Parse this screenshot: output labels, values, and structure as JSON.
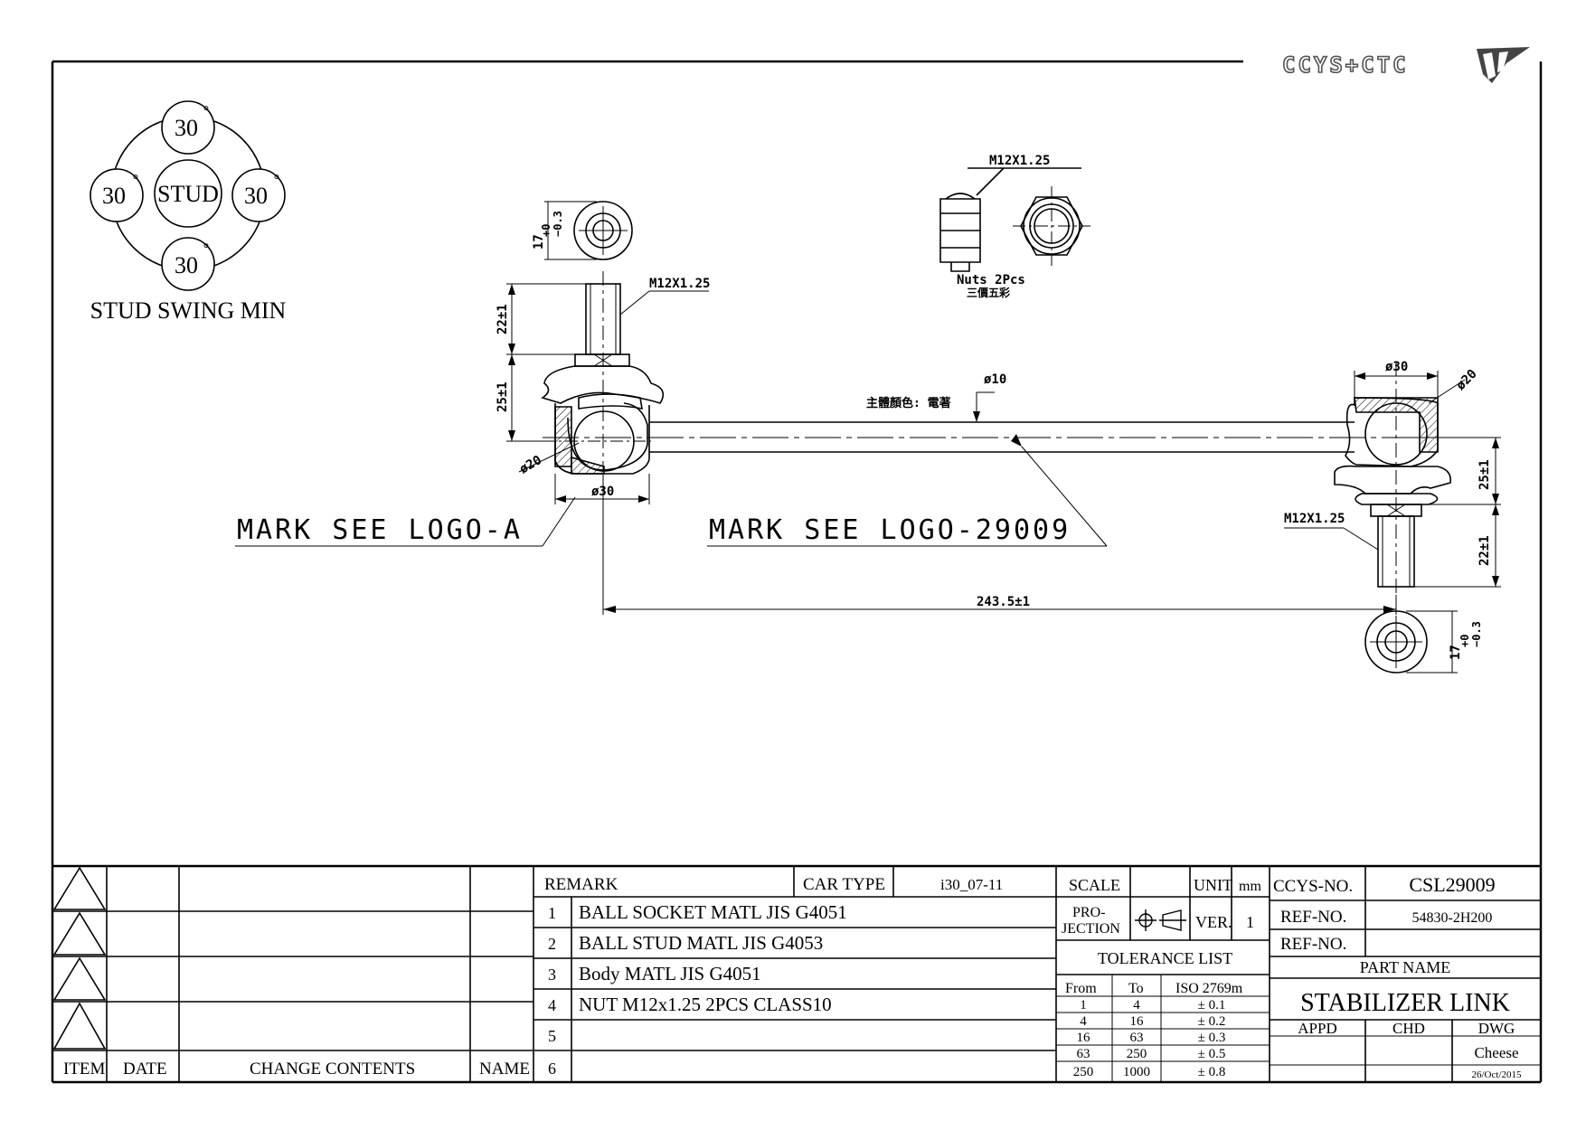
{
  "brand": {
    "name": "CCYS+CTC"
  },
  "swing": {
    "stud_label": "STUD",
    "angles": [
      "30",
      "30",
      "30",
      "30"
    ],
    "degree": "°",
    "caption": "STUD SWING MIN"
  },
  "dims": {
    "top_thread": "M12X1.25",
    "nut_thread": "M12X1.25",
    "nuts_note": "Nuts 2Pcs",
    "nuts_note_cn": "三價五彩",
    "left_flat": "17",
    "left_flat_tol": "+0\n−0.3",
    "left_stud_len": "22±1",
    "left_height": "25±1",
    "left_ball": "ø20",
    "left_dia": "ø30",
    "rod_dia": "ø10",
    "rod_color_note": "主體顏色: 電著",
    "mark_a": "MARK SEE LOGO-A",
    "mark_b": "MARK SEE LOGO-29009",
    "length": "243.5±1",
    "right_dia": "ø30",
    "right_ball": "ø20",
    "right_height": "25±1",
    "right_stud_len": "22±1",
    "right_thread": "M12X1.25",
    "right_flat": "17",
    "right_flat_tol": "+0\n−0.3"
  },
  "revision": {
    "col_item": "ITEM",
    "col_date": "DATE",
    "col_change": "CHANGE CONTENTS",
    "col_name": "NAME"
  },
  "bom": {
    "remark": "REMARK",
    "car_type_label": "CAR TYPE",
    "car_type": "i30_07-11",
    "items": [
      {
        "no": "1",
        "text": "BALL SOCKET MATL JIS G4051"
      },
      {
        "no": "2",
        "text": "BALL STUD MATL JIS G4053"
      },
      {
        "no": "3",
        "text": "Body MATL JIS G4051"
      },
      {
        "no": "4",
        "text": "NUT M12x1.25 2PCS CLASS10"
      },
      {
        "no": "5",
        "text": ""
      },
      {
        "no": "6",
        "text": ""
      }
    ]
  },
  "spec": {
    "scale": "SCALE",
    "unit_label": "UNIT",
    "unit": "mm",
    "projection_1": "PRO-",
    "projection_2": "JECTION",
    "ver_label": "VER.",
    "ver": "1",
    "tolerance_title": "TOLERANCE LIST",
    "tol_from": "From",
    "tol_to": "To",
    "tol_std": "ISO 2769m",
    "tolerances": [
      {
        "from": "1",
        "to": "4",
        "tol": "± 0.1"
      },
      {
        "from": "4",
        "to": "16",
        "tol": "± 0.2"
      },
      {
        "from": "16",
        "to": "63",
        "tol": "± 0.3"
      },
      {
        "from": "63",
        "to": "250",
        "tol": "± 0.5"
      },
      {
        "from": "250",
        "to": "1000",
        "tol": "± 0.8"
      }
    ]
  },
  "title": {
    "ccys_label": "CCYS-NO.",
    "ccys_no": "CSL29009",
    "ref_label": "REF-NO.",
    "ref_no": "54830-2H200",
    "ref2_label": "REF-NO.",
    "ref2_no": "",
    "part_name_label": "PART NAME",
    "part_name": "STABILIZER LINK",
    "appd": "APPD",
    "chd": "CHD",
    "dwg": "DWG",
    "drawer": "Cheese",
    "date": "26/Oct/2015"
  }
}
